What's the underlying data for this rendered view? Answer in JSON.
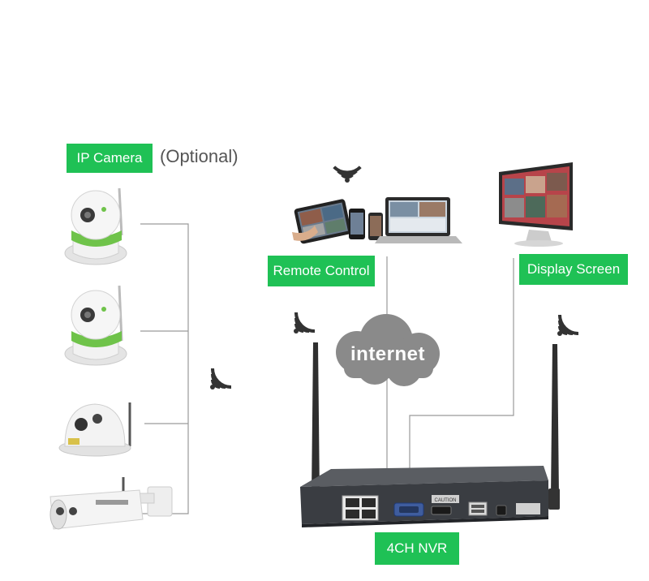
{
  "labels": {
    "ip_camera": "IP Camera",
    "optional": "(Optional)",
    "remote_control": "Remote Control",
    "display_screen": "Display Screen",
    "nvr": "4CH NVR",
    "internet": "internet"
  },
  "nvr_panel": {
    "caution": "CAUTION"
  },
  "colors": {
    "label_bg": "#1fc155",
    "label_text": "#ffffff",
    "wifi": "#333333",
    "line": "#9a9a9a",
    "cloud": "#8a8a8a",
    "nvr_body": "#3a3d42",
    "camera_green": "#6fc34a"
  },
  "icons": [
    "wifi-icon",
    "cloud-icon",
    "antenna-icon"
  ]
}
